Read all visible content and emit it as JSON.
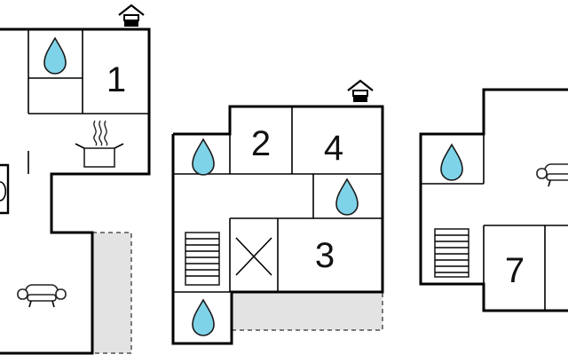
{
  "rooms": {
    "r1": "1",
    "r2": "2",
    "r3": "3",
    "r4": "4",
    "r7": "7"
  },
  "icons": {
    "bathroom": "water-drop-icon",
    "kitchen": "cooking-pot-icon",
    "living": "sofa-icon",
    "stairs": "stairs-icon",
    "chimney": "chimney-icon",
    "void": "cross-void-icon"
  },
  "colors": {
    "water": "#7fd3e8",
    "terrace": "#e3e3e3",
    "wall": "#000000"
  }
}
